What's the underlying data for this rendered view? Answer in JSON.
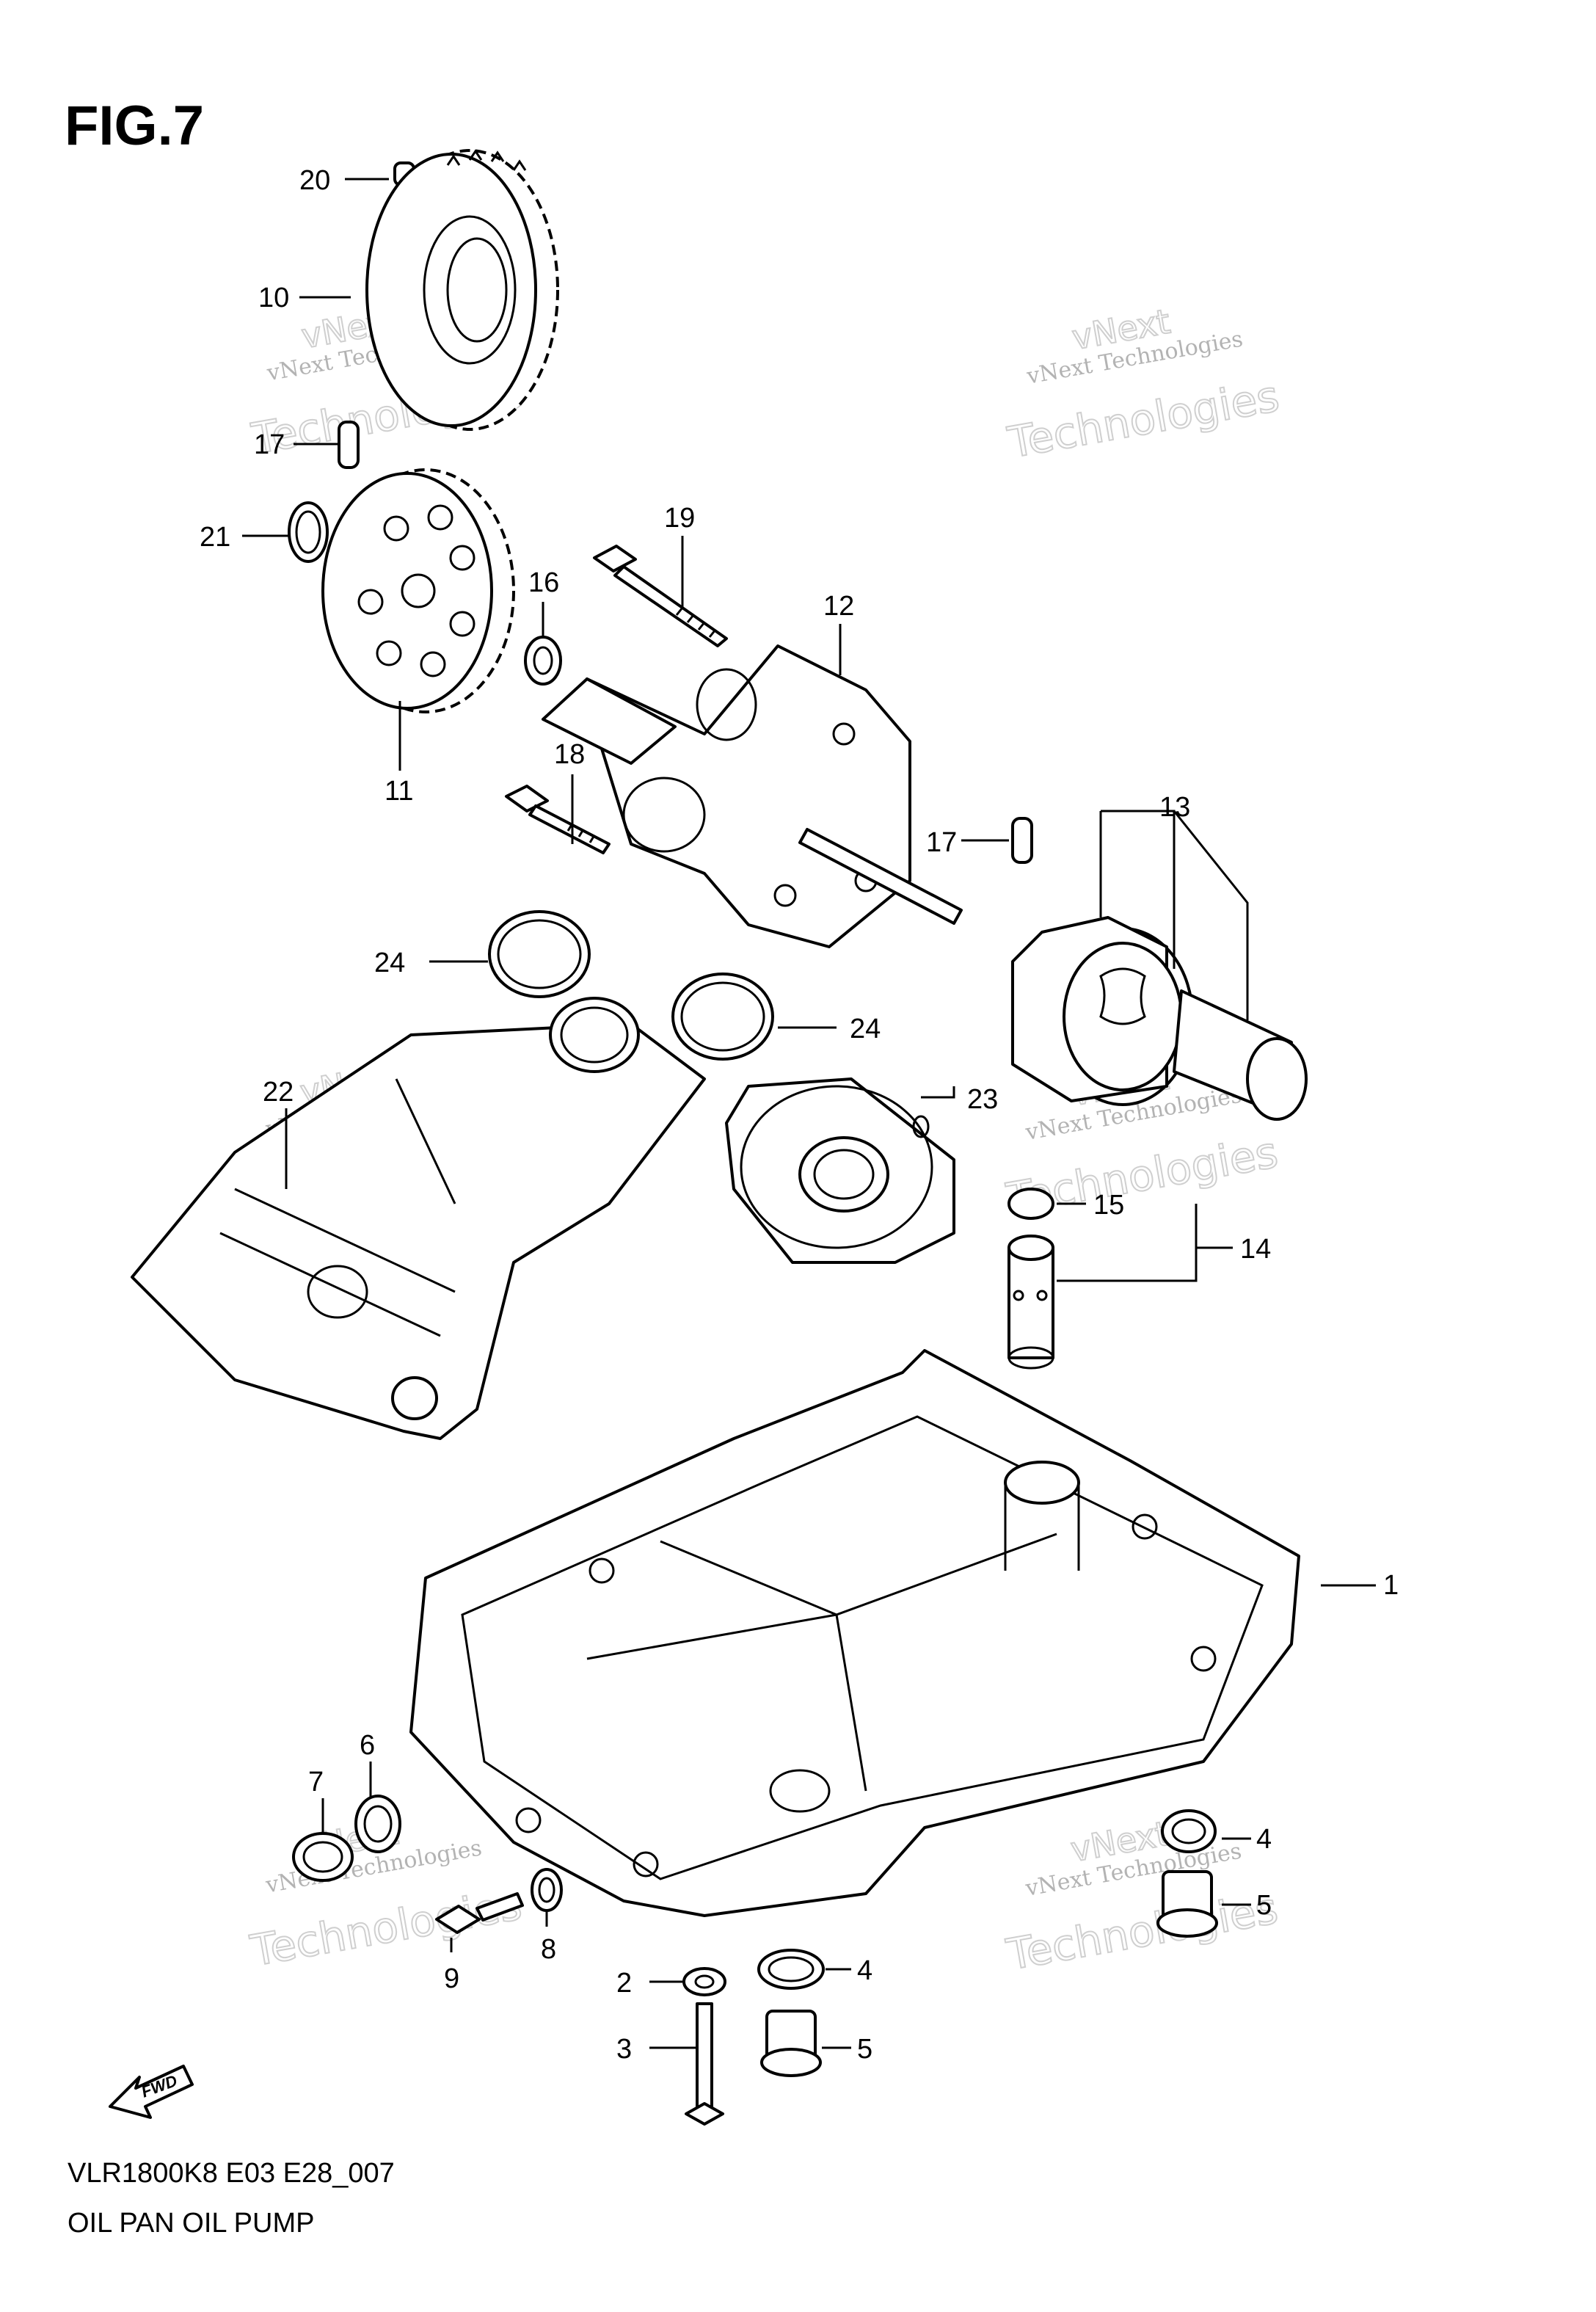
{
  "figure": {
    "title": "FIG.7",
    "model_code": "VLR1800K8 E03 E28_007",
    "section_name": "OIL PAN OIL PUMP",
    "fwd_label": "FWD"
  },
  "watermark": {
    "line1": "vNext Technologies",
    "line2": "Technologies",
    "line3": "vNext"
  },
  "callouts": [
    {
      "id": "1"
    },
    {
      "id": "2"
    },
    {
      "id": "3"
    },
    {
      "id": "4"
    },
    {
      "id": "4b"
    },
    {
      "id": "5"
    },
    {
      "id": "5b"
    },
    {
      "id": "6"
    },
    {
      "id": "7"
    },
    {
      "id": "8"
    },
    {
      "id": "9"
    },
    {
      "id": "10"
    },
    {
      "id": "11"
    },
    {
      "id": "12"
    },
    {
      "id": "13"
    },
    {
      "id": "14"
    },
    {
      "id": "15"
    },
    {
      "id": "16"
    },
    {
      "id": "17"
    },
    {
      "id": "17b"
    },
    {
      "id": "18"
    },
    {
      "id": "19"
    },
    {
      "id": "20"
    },
    {
      "id": "21"
    },
    {
      "id": "22"
    },
    {
      "id": "23"
    },
    {
      "id": "24"
    },
    {
      "id": "24b"
    }
  ],
  "labels": {
    "1": "1",
    "2": "2",
    "3": "3",
    "4": "4",
    "4b": "4",
    "5": "5",
    "5b": "5",
    "6": "6",
    "7": "7",
    "8": "8",
    "9": "9",
    "10": "10",
    "11": "11",
    "12": "12",
    "13": "13",
    "14": "14",
    "15": "15",
    "16": "16",
    "17": "17",
    "17b": "17",
    "18": "18",
    "19": "19",
    "20": "20",
    "21": "21",
    "22": "22",
    "23": "23",
    "24": "24",
    "24b": "24"
  }
}
